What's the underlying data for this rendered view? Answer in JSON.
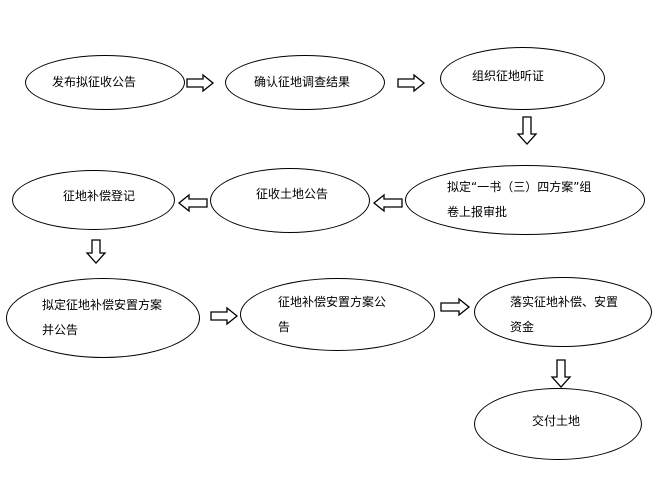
{
  "diagram": {
    "nodes": {
      "publish_notice": "发布拟征收公告",
      "confirm_survey": "确认征地调查结果",
      "hearing": "组织征地听证",
      "submit_line1": "拟定“一书（三）四方案”组",
      "submit_line2": "卷上报审批",
      "land_notice": "征收土地公告",
      "register": "征地补偿登记",
      "draft_plan_line1": "拟定征地补偿安置方案",
      "draft_plan_line2": "并公告",
      "plan_notice_line1": "征地补偿安置方案公",
      "plan_notice_line2": "告",
      "implement_line1": "落实征地补偿、安置",
      "implement_line2": "资金",
      "deliver": "交付土地"
    },
    "edges": [
      {
        "from": "publish_notice",
        "to": "confirm_survey",
        "direction": "right"
      },
      {
        "from": "confirm_survey",
        "to": "hearing",
        "direction": "right"
      },
      {
        "from": "hearing",
        "to": "submit",
        "direction": "down"
      },
      {
        "from": "submit",
        "to": "land_notice",
        "direction": "left"
      },
      {
        "from": "land_notice",
        "to": "register",
        "direction": "left"
      },
      {
        "from": "register",
        "to": "draft_plan",
        "direction": "down"
      },
      {
        "from": "draft_plan",
        "to": "plan_notice",
        "direction": "right"
      },
      {
        "from": "plan_notice",
        "to": "implement",
        "direction": "right"
      },
      {
        "from": "implement",
        "to": "deliver",
        "direction": "down"
      }
    ],
    "colors": {
      "stroke": "#000000",
      "fill": "#ffffff"
    }
  }
}
